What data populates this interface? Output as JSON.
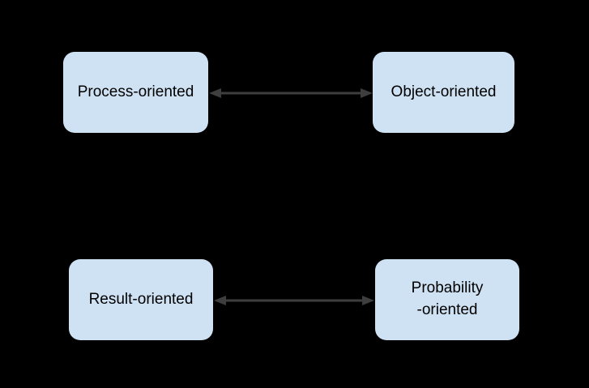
{
  "diagram": {
    "nodes": [
      {
        "id": "process",
        "label": "Process-oriented"
      },
      {
        "id": "object",
        "label": "Object-oriented"
      },
      {
        "id": "result",
        "label": "Result-oriented"
      },
      {
        "id": "probability",
        "label": "Probability\n-oriented"
      }
    ],
    "edges": [
      {
        "from": "process",
        "to": "object",
        "style": "double-headed-arrow"
      },
      {
        "from": "result",
        "to": "probability",
        "style": "double-headed-arrow"
      }
    ]
  },
  "colors": {
    "background": "#000000",
    "node-fill": "#cfe2f3",
    "node-text": "#000000",
    "arrow": "#3e3e3e"
  }
}
